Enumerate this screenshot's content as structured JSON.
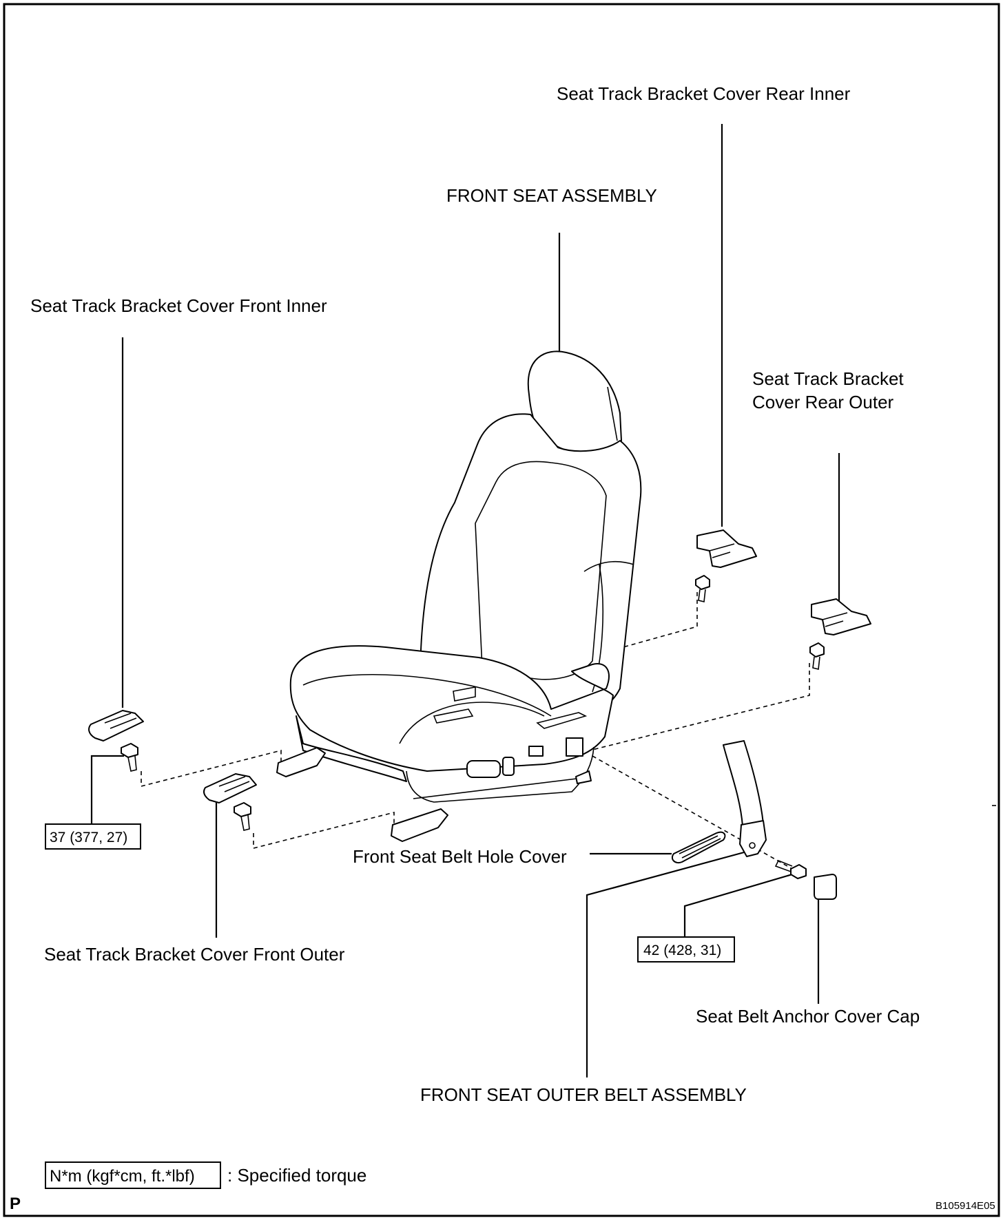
{
  "labels": {
    "front_seat_assembly": "FRONT SEAT ASSEMBLY",
    "track_cover_rear_inner": "Seat Track Bracket Cover Rear Inner",
    "track_cover_front_inner": "Seat Track Bracket Cover Front Inner",
    "track_cover_rear_outer_line1": "Seat Track Bracket",
    "track_cover_rear_outer_line2": "Cover Rear Outer",
    "track_cover_front_outer": "Seat Track Bracket Cover Front Outer",
    "belt_hole_cover": "Front Seat Belt Hole Cover",
    "anchor_cover_cap": "Seat Belt Anchor Cover Cap",
    "outer_belt_assembly": "FRONT SEAT OUTER BELT ASSEMBLY"
  },
  "torques": {
    "front_bolt": "37 (377, 27)",
    "belt_anchor_bolt": "42 (428, 31)"
  },
  "legend": {
    "unit_box": "N*m (kgf*cm, ft.*lbf)",
    "description": ": Specified torque"
  },
  "corner_marks": {
    "bottom_left": "P",
    "figure_code": "B105914E05"
  }
}
